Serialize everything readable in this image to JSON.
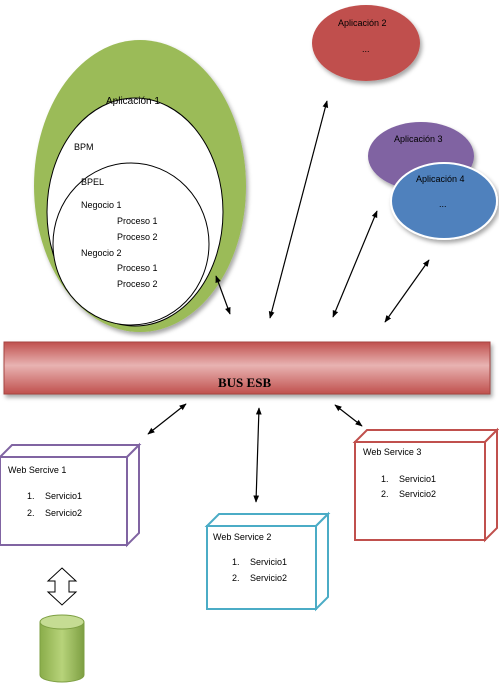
{
  "app1": {
    "title": "Aplicación 1",
    "bpm": "BPM",
    "bpel": "BPEL",
    "negocio1": "Negocio 1",
    "n1_proc1": "Proceso 1",
    "n1_proc2": "Proceso 2",
    "negocio2": "Negocio 2",
    "n2_proc1": "Proceso 1",
    "n2_proc2": "Proceso 2"
  },
  "app2": {
    "title": "Aplicación 2",
    "body": "..."
  },
  "app3": {
    "title": "Aplicación 3"
  },
  "app4": {
    "title": "Aplicación 4",
    "body": "..."
  },
  "bus": {
    "label": "BUS ESB"
  },
  "ws1": {
    "title": "Web Sercive 1",
    "items": [
      "Servicio1",
      "Servicio2"
    ]
  },
  "ws2": {
    "title": "Web Service 2",
    "items": [
      "Servicio1",
      "Servicio2"
    ]
  },
  "ws3": {
    "title": "Web Service 3",
    "items": [
      "Servicio1",
      "Servicio2"
    ]
  },
  "colors": {
    "app1_fill": "#9bbb59",
    "app2_fill": "#c0504d",
    "app3_fill": "#8064a2",
    "app4_fill": "#4f81bd",
    "bus_fill": "#c0504d",
    "ws1_border": "#8064a2",
    "ws2_border": "#4bacc6",
    "ws3_border": "#c0504d",
    "db_fill": "#9bbb59"
  }
}
